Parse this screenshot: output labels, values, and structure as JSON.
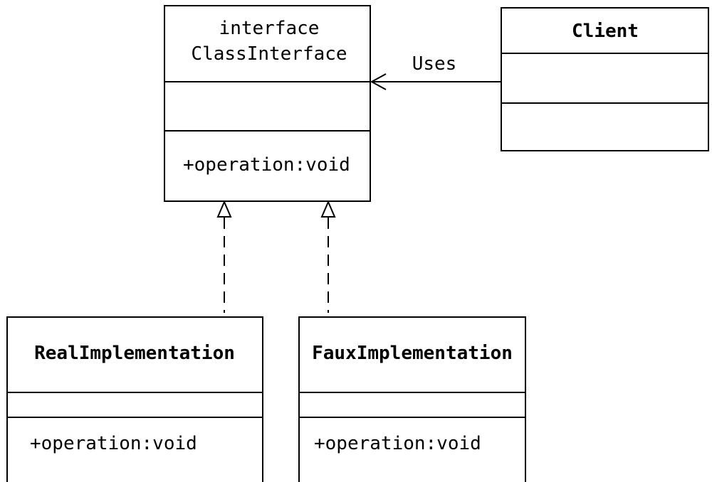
{
  "interface_class": {
    "stereotype": "interface",
    "name": "ClassInterface",
    "attributes": [],
    "operations": [
      "+operation:void"
    ]
  },
  "client_class": {
    "name": "Client",
    "attributes": [],
    "operations": []
  },
  "real_class": {
    "name": "RealImplementation",
    "attributes": [],
    "operations": [
      "+operation:void"
    ]
  },
  "faux_class": {
    "name": "FauxImplementation",
    "attributes": [],
    "operations": [
      "+operation:void"
    ]
  },
  "relations": {
    "uses_label": "Uses"
  }
}
